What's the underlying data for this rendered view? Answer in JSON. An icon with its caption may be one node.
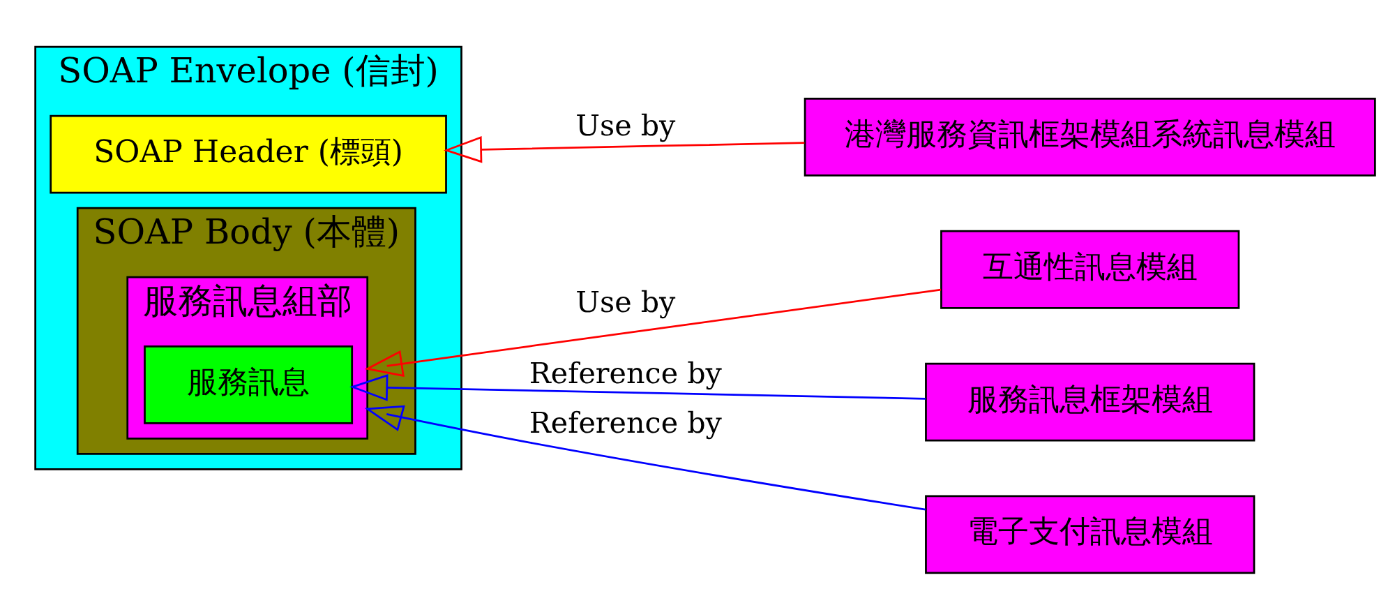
{
  "diagram": {
    "nodes": [
      {
        "text": [
          "SOAP Envelope (信封)"
        ]
      },
      {
        "text": [
          "SOAP Header (標頭)"
        ],
        "in": 0
      },
      {
        "text": [
          "SOAP Body (本體)"
        ],
        "in": 0
      },
      {
        "text": [
          "服務訊息組部"
        ],
        "in": 2
      },
      {
        "text": [
          "服務訊息"
        ],
        "in": 3
      },
      {
        "text": [
          "港灣服務資訊框架模組系統訊息模組"
        ]
      },
      {
        "text": [
          "互通性訊息模組"
        ]
      },
      {
        "text": [
          "服務訊息框架模組"
        ]
      },
      {
        "text": [
          "電子支付訊息模組"
        ]
      }
    ],
    "edges": [
      {
        "from": 5,
        "to": 1,
        "arrow": "to",
        "label": "Use by",
        "color": "#ff0000"
      },
      {
        "from": 6,
        "to": 3,
        "arrow": "to",
        "label": "Use by",
        "color": "#ff0000"
      },
      {
        "from": 7,
        "to": 4,
        "arrow": "to",
        "label": "Reference by",
        "color": "#0000ff"
      },
      {
        "from": 8,
        "to": 3,
        "arrow": "to",
        "label": "Reference by",
        "color": "#0000ff"
      }
    ]
  }
}
